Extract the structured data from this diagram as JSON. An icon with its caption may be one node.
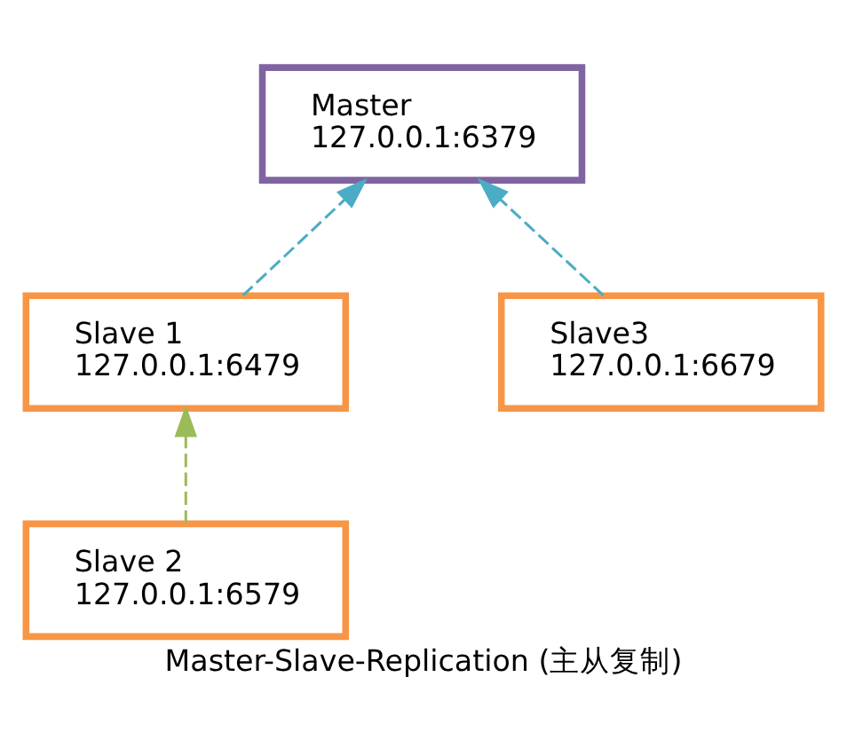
{
  "diagram": {
    "caption": "Master-Slave-Replication (主从复制)",
    "nodes": [
      {
        "text": [
          "Master",
          "127.0.0.1:6379"
        ]
      },
      {
        "text": [
          "Slave 1",
          "127.0.0.1:6479"
        ]
      },
      {
        "text": [
          "Slave3",
          "127.0.0.1:6679"
        ]
      },
      {
        "text": [
          "Slave 2",
          "127.0.0.1:6579"
        ]
      }
    ],
    "edges": [
      {
        "from": 1,
        "to": 0,
        "arrow": "to",
        "style": "dashed",
        "color": "#4bacc6"
      },
      {
        "from": 2,
        "to": 0,
        "arrow": "to",
        "style": "dashed",
        "color": "#4bacc6"
      },
      {
        "from": 3,
        "to": 1,
        "arrow": "to",
        "style": "dashed",
        "color": "#9bbb59"
      }
    ]
  }
}
